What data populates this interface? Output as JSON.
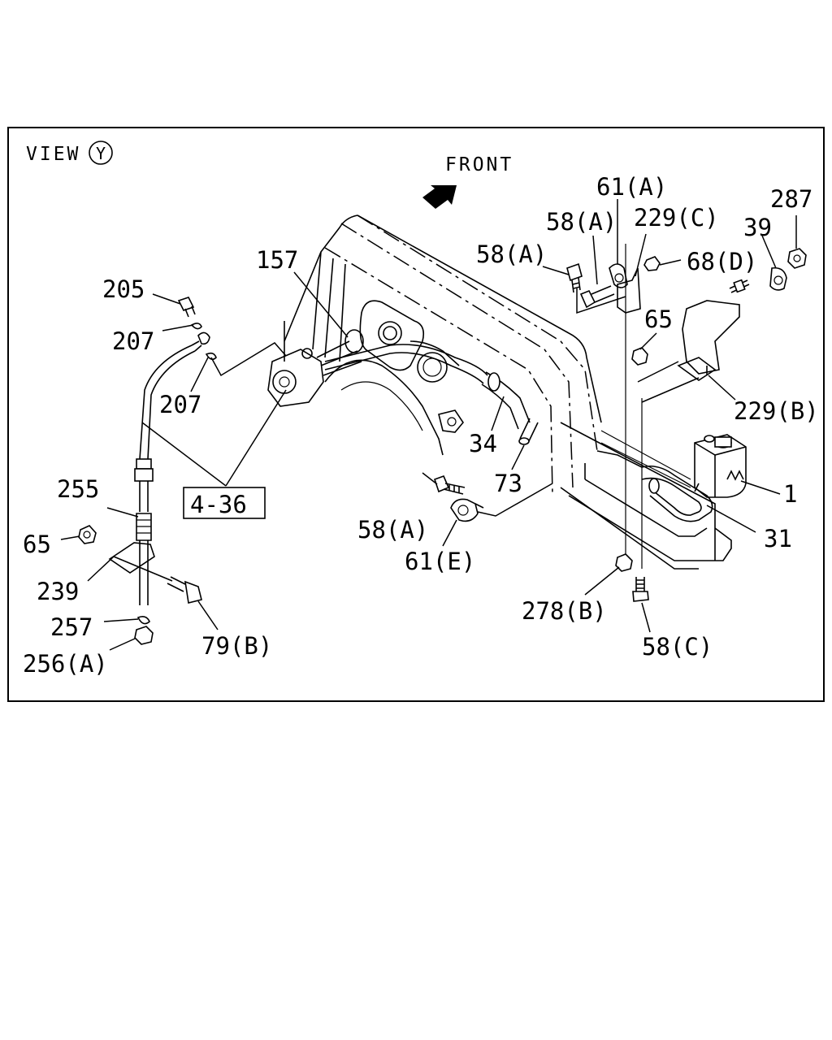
{
  "header": {
    "view_text": "VIEW",
    "view_letter": "Y",
    "front_text": "FRONT"
  },
  "callouts": {
    "c157": "157",
    "c205": "205",
    "c207a": "207",
    "c207b": "207",
    "ref_box": "4-36",
    "c255": "255",
    "c65a": "65",
    "c239": "239",
    "c257": "257",
    "c256a": "256(A)",
    "c79b": "79(B)",
    "c58a_1": "58(A)",
    "c58a_2": "58(A)",
    "c61a": "61(A)",
    "c229c": "229(C)",
    "c68d": "68(D)",
    "c39": "39",
    "c287": "287",
    "c65b": "65",
    "c229b": "229(B)",
    "c34": "34",
    "c73": "73",
    "c58a_3": "58(A)",
    "c61e": "61(E)",
    "c1": "1",
    "c31": "31",
    "c278b": "278(B)",
    "c58c": "58(C)"
  }
}
